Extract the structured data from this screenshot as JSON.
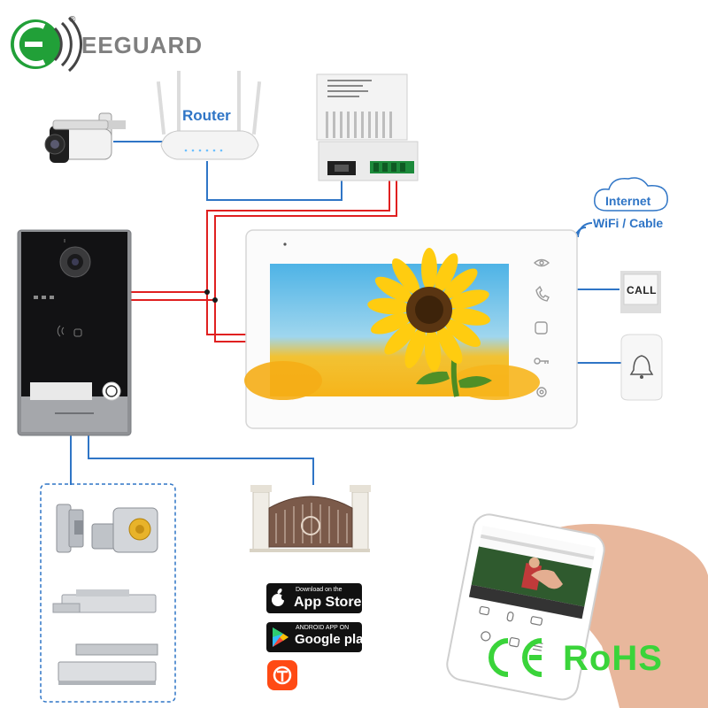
{
  "brand": {
    "name": "EEGUARD",
    "registered": "®"
  },
  "labels": {
    "router": "Router",
    "internet": "Internet",
    "connection": "WiFi / Cable",
    "call_button": "CALL"
  },
  "app_badges": {
    "app_store": {
      "small": "Download on the",
      "big": "App Store"
    },
    "google_play": {
      "small": "ANDROID APP ON",
      "big": "Google play"
    }
  },
  "certification": {
    "ce": "CE",
    "rohs": "RoHS"
  },
  "colors": {
    "brand_green": "#21a038",
    "wire_blue": "#2f75c6",
    "wire_red": "#e02020",
    "cert_green": "#3ad43a"
  }
}
